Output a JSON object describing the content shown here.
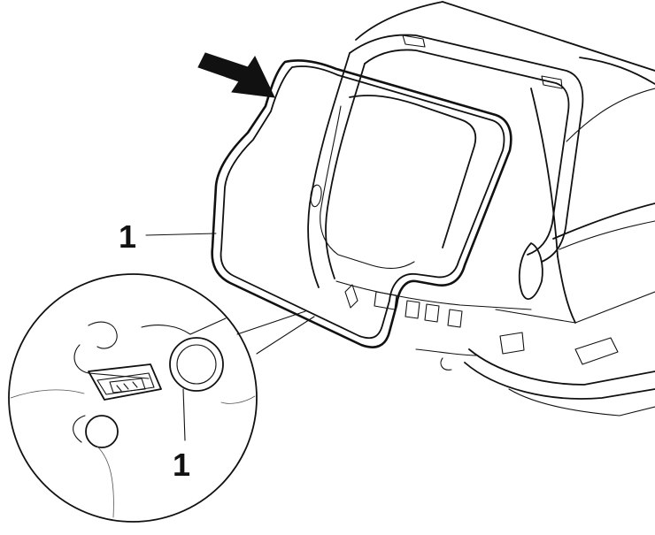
{
  "callouts": [
    {
      "id": "top",
      "text": "1"
    },
    {
      "id": "bottom",
      "text": "1"
    }
  ],
  "icons": {
    "arrow": "direction-arrow-icon"
  },
  "colors": {
    "ink": "#111111",
    "background": "#ffffff"
  }
}
